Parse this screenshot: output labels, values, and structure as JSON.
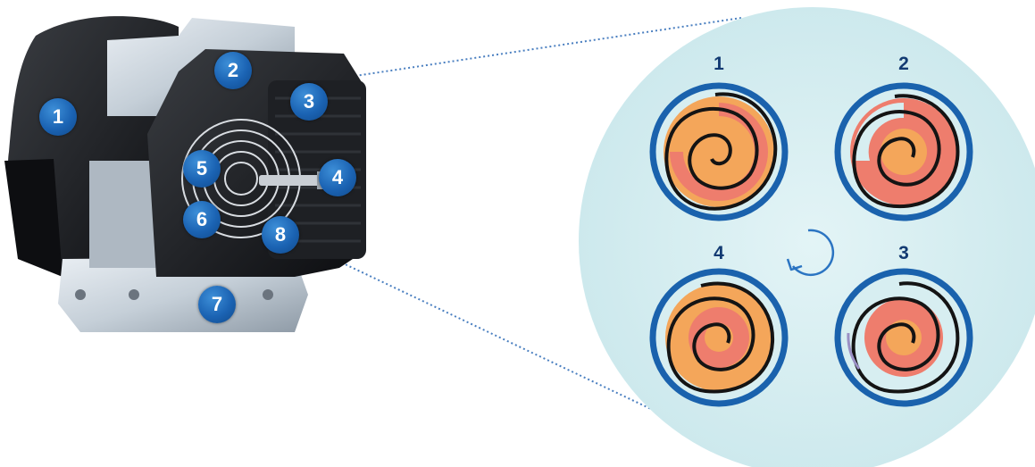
{
  "callouts": [
    {
      "label": "1"
    },
    {
      "label": "2"
    },
    {
      "label": "3"
    },
    {
      "label": "4"
    },
    {
      "label": "5"
    },
    {
      "label": "6"
    },
    {
      "label": "7"
    },
    {
      "label": "8"
    }
  ],
  "phases": [
    {
      "label": "1"
    },
    {
      "label": "2"
    },
    {
      "label": "4"
    },
    {
      "label": "3"
    }
  ],
  "colors": {
    "badge": "#1b63b3",
    "zoom_background": "#d7eef1",
    "ring": "#1a62ad",
    "scroll_fill_orange": "#f4a65a",
    "scroll_fill_red": "#ee7d6d",
    "spiral": "#141414"
  },
  "icons": {
    "rotation": "circular-arrow-icon"
  }
}
